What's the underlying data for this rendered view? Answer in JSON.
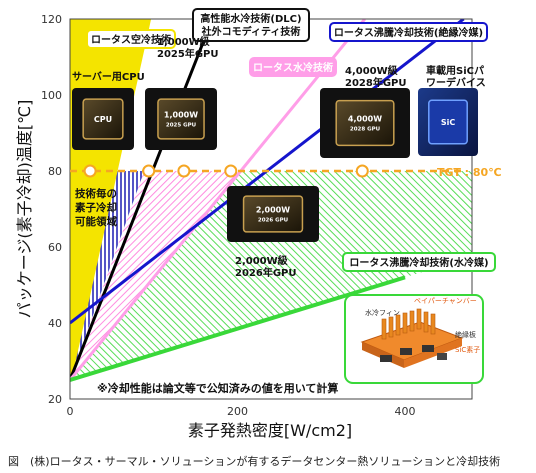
{
  "chart_data": {
    "type": "line",
    "title": "",
    "xlabel": "素子発熱密度[W/cm2]",
    "ylabel": "パッケージ(素子冷却)温度[℃]",
    "xlim": [
      0,
      480
    ],
    "ylim": [
      20,
      120
    ],
    "x_ticks": [
      "0",
      "200",
      "400"
    ],
    "y_ticks": [
      "20",
      "40",
      "60",
      "80",
      "100",
      "120"
    ],
    "x_tick_values": [
      0,
      200,
      400
    ],
    "y_tick_values": [
      20,
      40,
      60,
      80,
      100,
      120
    ],
    "tgt_line": {
      "y": 80,
      "label": "TGT : 80℃",
      "color": "#f5a623"
    },
    "tgt_markers": [
      {
        "x": 24
      },
      {
        "x": 94
      },
      {
        "x": 136
      },
      {
        "x": 192
      },
      {
        "x": 349
      }
    ],
    "series": [
      {
        "name": "ロータス空冷技術",
        "color": "#f4e400",
        "points": [
          [
            0,
            25
          ],
          [
            95,
            120
          ]
        ]
      },
      {
        "name": "高性能水冷技術(DLC)\n社外コモディティ技術",
        "color": "#000000",
        "points": [
          [
            0,
            25
          ],
          [
            170,
            120
          ]
        ]
      },
      {
        "name": "ロータス水冷技術",
        "color": "#ff9ee8",
        "points": [
          [
            0,
            25
          ],
          [
            352,
            120
          ]
        ]
      },
      {
        "name": "ロータス沸騰冷却技術(絶縁冷媒)",
        "color": "#1515cc",
        "points": [
          [
            0,
            40
          ],
          [
            470,
            120
          ]
        ]
      },
      {
        "name": "ロータス沸騰冷却技術(水冷媒)",
        "color": "#39d839",
        "points": [
          [
            0,
            25
          ],
          [
            400,
            52
          ]
        ]
      }
    ],
    "regions": [
      {
        "label": "技術毎の\n素子冷却\n可能領域"
      }
    ],
    "devices": [
      {
        "label": "サーバー用CPU",
        "chip": "CPU",
        "x": 8,
        "y": 106
      },
      {
        "label": "1,000W級\n2025年GPU",
        "chip": "1,000W\n2025 GPU",
        "x": 116,
        "y": 106
      },
      {
        "label": "4,000W級\n2028年GPU",
        "chip": "4,000W\n2028 GPU",
        "x": 392,
        "y": 106
      },
      {
        "label": "車載用SiCパ\nワーデバイス",
        "chip": "SiC",
        "x": 465,
        "y": 106
      },
      {
        "label": "2,000W級\n2026年GPU",
        "chip": "2,000W\n2026 GPU",
        "x": 235,
        "y": 72
      }
    ],
    "annotations": [
      {
        "text": "※冷却性能は論文等で公知済みの値を用いて計算",
        "x": 172,
        "y": 22.5
      }
    ],
    "inset": {
      "labels": [
        "水冷フィン",
        "ベイパーチャンバー",
        "絶縁板",
        "SiC素子"
      ]
    },
    "caption": "図　(株)ロータス・サーマル・ソリューションが有するデータセンター熱ソリューションと冷却技術"
  }
}
